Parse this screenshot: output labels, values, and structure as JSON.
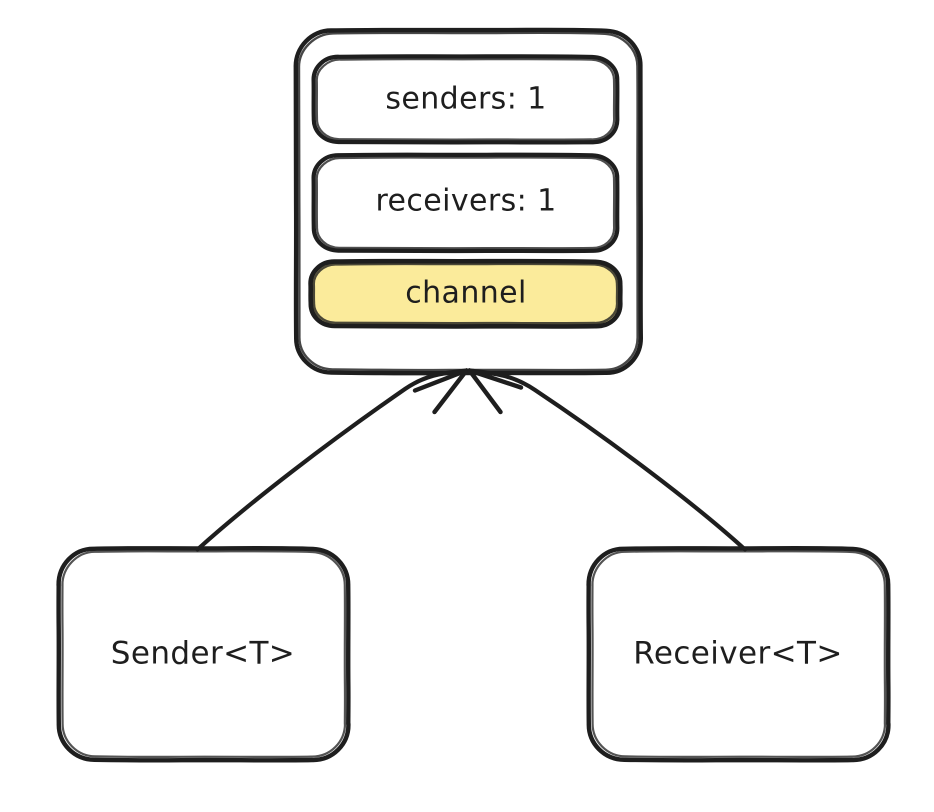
{
  "diagram": {
    "title": "Rust mpsc channel ownership diagram",
    "background_color": "#ffffff",
    "stroke_color": "#1e1e1e",
    "highlight_fill": "#fbeb9b",
    "white_fill": "#ffffff",
    "style": "hand-drawn-sketch"
  },
  "container": {
    "name": "channel-container",
    "fields": [
      {
        "id": "senders",
        "label": "senders: 1",
        "fill": "#ffffff",
        "highlighted": false
      },
      {
        "id": "receivers",
        "label": "receivers: 1",
        "fill": "#ffffff",
        "highlighted": false
      },
      {
        "id": "channel",
        "label": "channel",
        "fill": "#fbeb9b",
        "highlighted": true
      }
    ]
  },
  "endpoints": [
    {
      "id": "sender",
      "label": "Sender<T>",
      "fill": "#ffffff",
      "position": "left"
    },
    {
      "id": "receiver",
      "label": "Receiver<T>",
      "fill": "#ffffff",
      "position": "right"
    }
  ],
  "connections": [
    {
      "id": "sender-to-channel",
      "from": "sender",
      "to": "channel-container",
      "arrowhead": "end",
      "label": ""
    },
    {
      "id": "receiver-to-channel",
      "from": "receiver",
      "to": "channel-container",
      "arrowhead": "end",
      "label": ""
    }
  ]
}
